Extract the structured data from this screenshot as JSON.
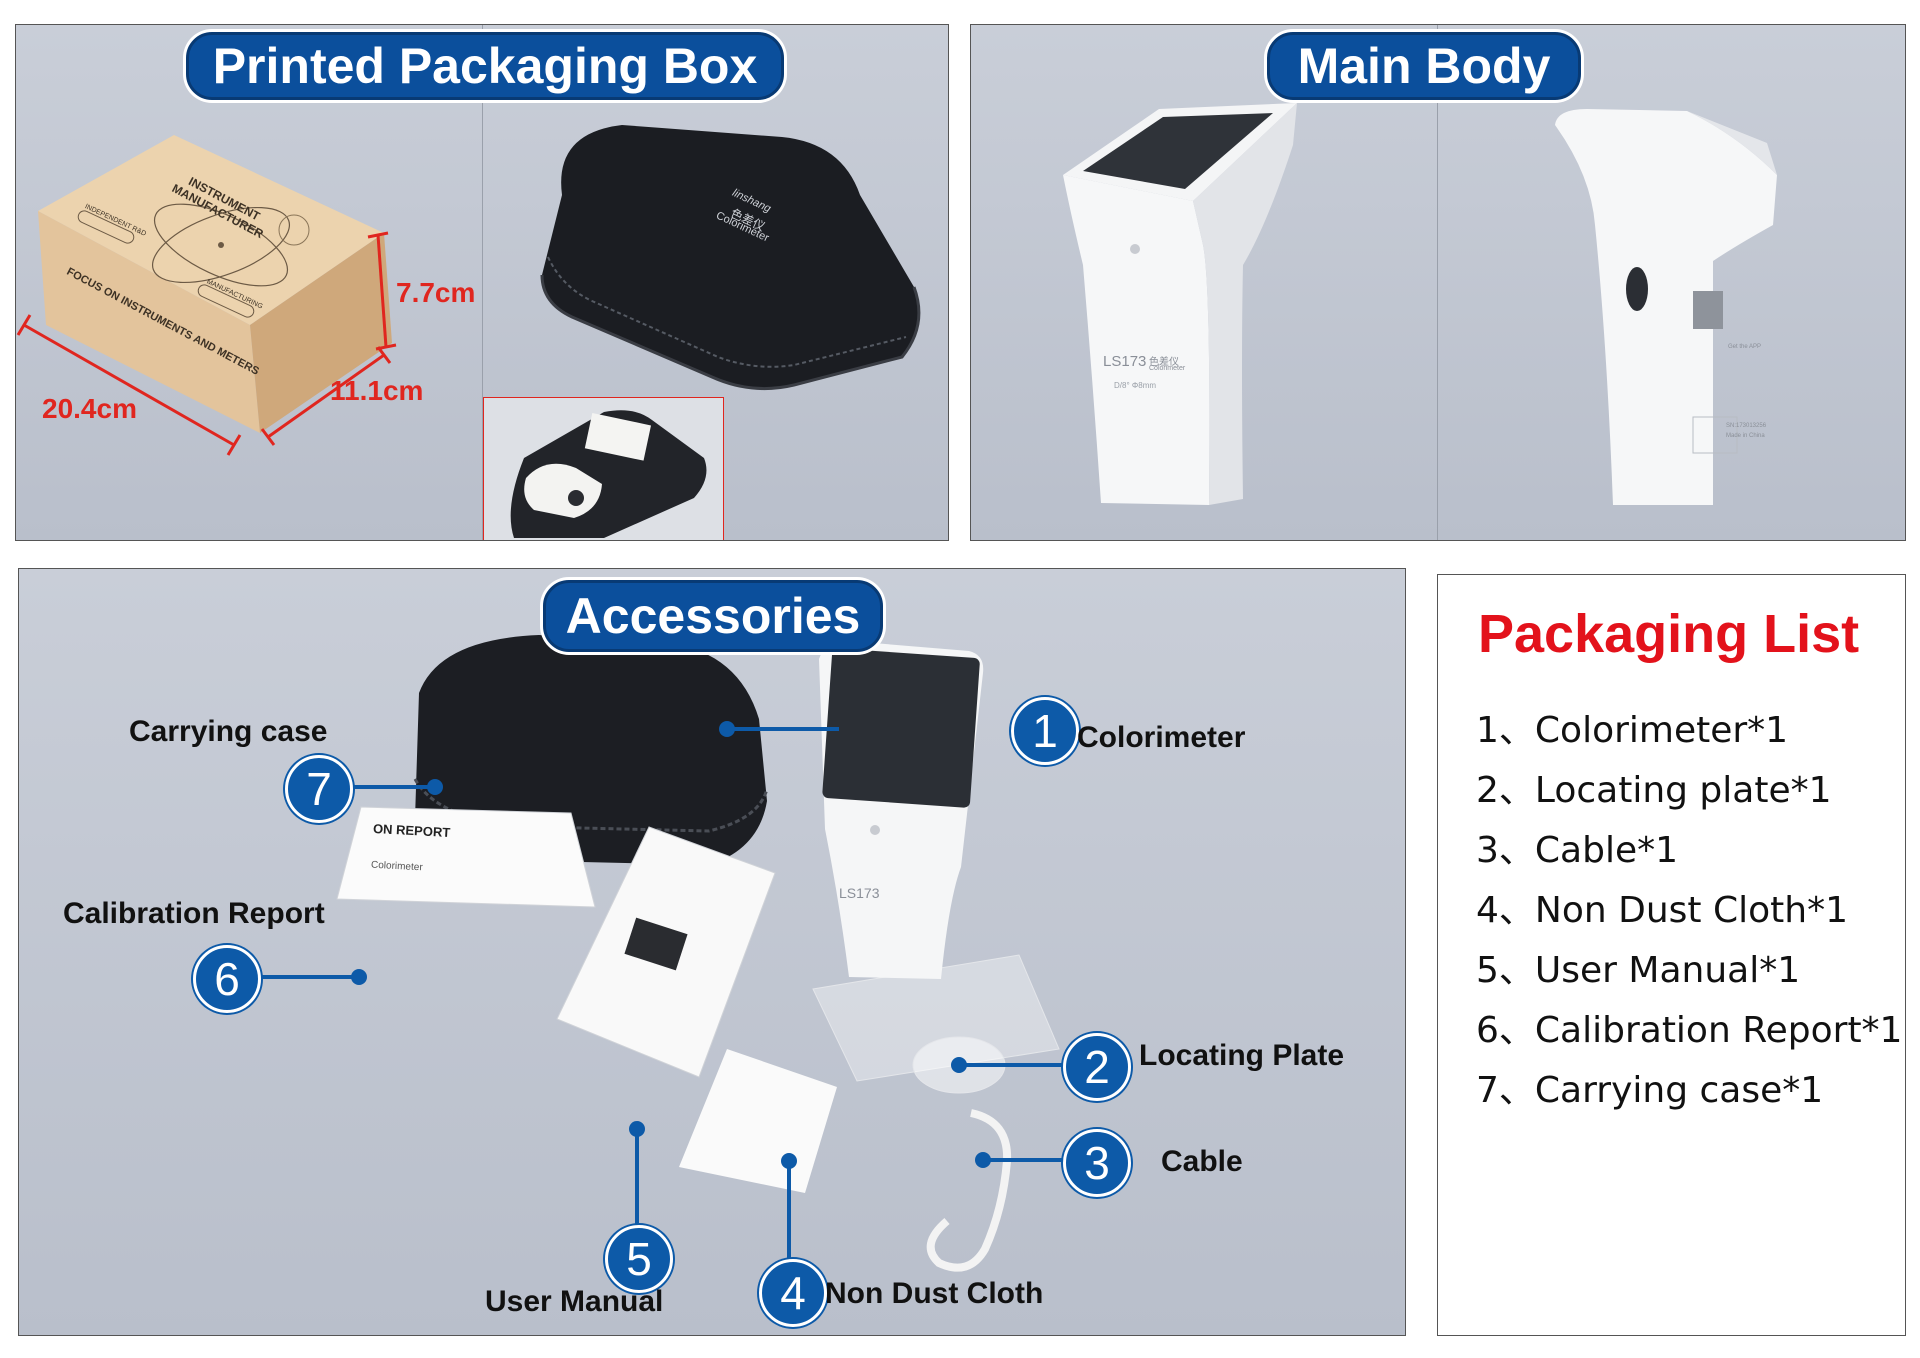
{
  "sections": {
    "packaging_box_title": "Printed Packaging Box",
    "main_body_title": "Main Body",
    "accessories_title": "Accessories"
  },
  "box_dimensions": {
    "height": "7.7cm",
    "width": "11.1cm",
    "length": "20.4cm"
  },
  "box_print": {
    "maker": "INSTRUMENT MANUFACTURER",
    "slogan": "FOCUS ON INSTRUMENTS AND METERS",
    "badge_left": "INDEPENDENT R&D",
    "badge_right": "MANUFACTURING"
  },
  "case_print": {
    "brand": "linshang",
    "cn": "色差仪",
    "product": "Colorimeter"
  },
  "device_print": {
    "model": "LS173",
    "cn": "色差仪",
    "sub": "Colorimeter",
    "spec": "D/8° Φ8mm",
    "sn": "SN:173013256",
    "made": "Made in China",
    "app": "Get the APP"
  },
  "accessories": {
    "callouts": [
      {
        "num": "1",
        "label": "Colorimeter"
      },
      {
        "num": "2",
        "label": "Locating Plate"
      },
      {
        "num": "3",
        "label": "Cable"
      },
      {
        "num": "4",
        "label": "Non Dust Cloth"
      },
      {
        "num": "5",
        "label": "User Manual"
      },
      {
        "num": "6",
        "label": "Calibration Report"
      },
      {
        "num": "7",
        "label": "Carrying case"
      }
    ],
    "report_text": "ON REPORT",
    "report_sub": "Colorimeter"
  },
  "packaging_list": {
    "title": "Packaging List",
    "items": [
      "1、Colorimeter*1",
      "2、Locating plate*1",
      "3、Cable*1",
      "4、Non Dust Cloth*1",
      "5、User Manual*1",
      "6、Calibration Report*1",
      "7、Carrying case*1"
    ]
  },
  "colors": {
    "pill_blue": "#0b4f9c",
    "callout_blue": "#0d5aa8",
    "dimension_red": "#e0261f",
    "list_title_red": "#e3121b"
  }
}
